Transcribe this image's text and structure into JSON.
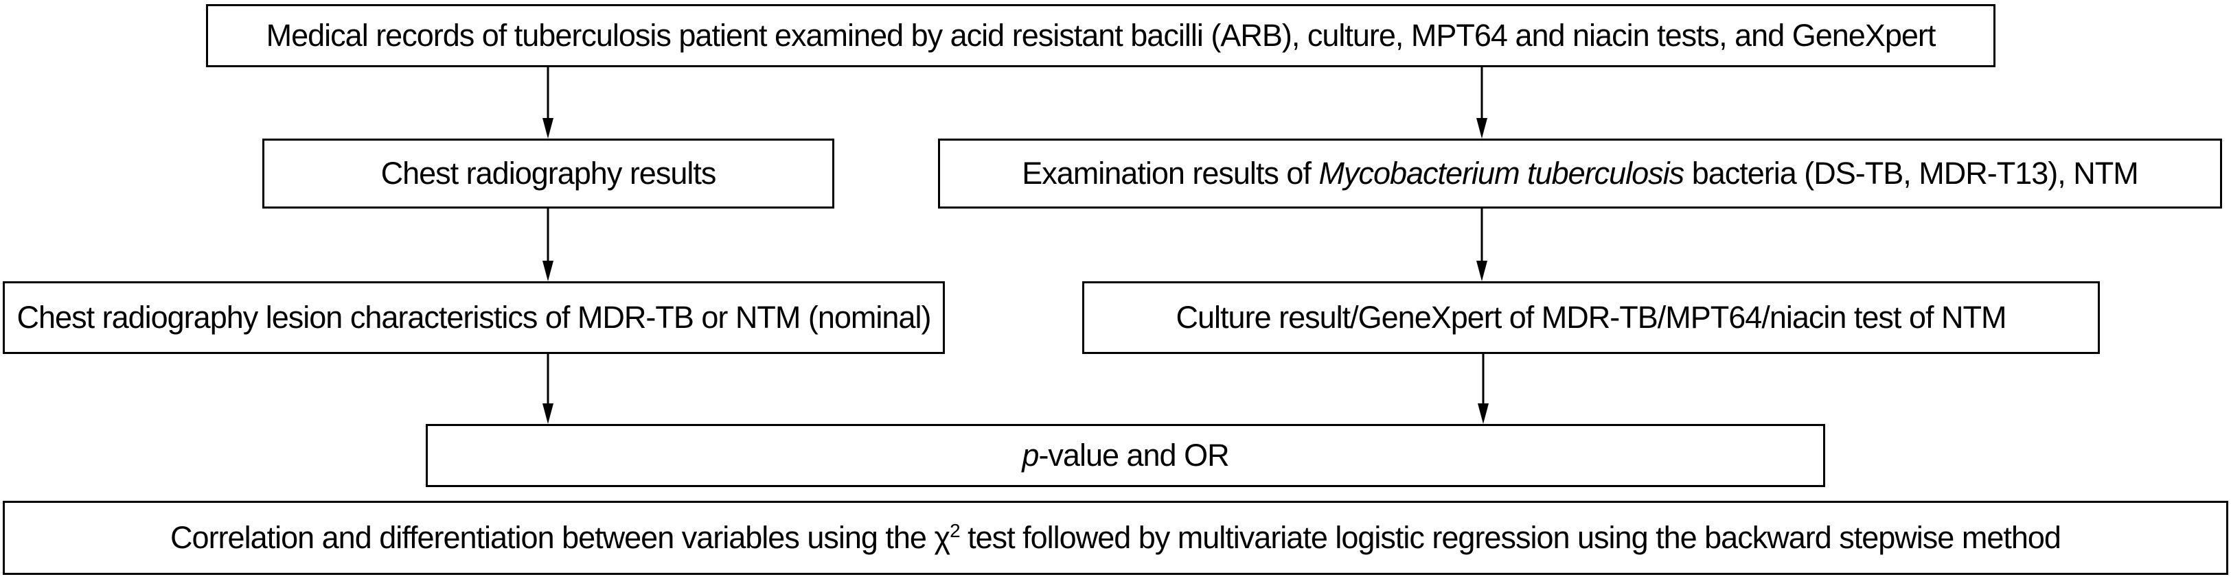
{
  "page": {
    "background_color": "#ffffff",
    "border_color": "#000000",
    "text_color": "#000000"
  },
  "flowchart": {
    "boxes": {
      "medical_records": {
        "parts": [
          {
            "text": "Medical records of tuberculosis patient examined by acid resistant bacilli (ARB), culture, MPT64 and niacin tests, and GeneXpert"
          }
        ]
      },
      "chest_radiography_results": {
        "parts": [
          {
            "text": "Chest radiography results"
          }
        ]
      },
      "examination_results": {
        "parts": [
          {
            "text": "Examination results of "
          },
          {
            "text": "Mycobacterium tuberculosis",
            "italic": true
          },
          {
            "text": " bacteria (DS-TB, MDR-T13), NTM"
          }
        ]
      },
      "lesion_characteristics": {
        "parts": [
          {
            "text": "Chest radiography lesion characteristics of MDR-TB or NTM (nominal)"
          }
        ]
      },
      "culture_result": {
        "parts": [
          {
            "text": "Culture result/GeneXpert of MDR-TB/MPT64/niacin test of NTM"
          }
        ]
      },
      "p_value_or": {
        "parts": [
          {
            "text": "p",
            "italic": true
          },
          {
            "text": "-value and OR"
          }
        ]
      },
      "correlation": {
        "parts": [
          {
            "text": "Correlation and differentiation between variables using the χ"
          },
          {
            "text": "2",
            "super": true
          },
          {
            "text": " test followed by multivariate logistic regression using the backward stepwise method"
          }
        ]
      }
    }
  }
}
